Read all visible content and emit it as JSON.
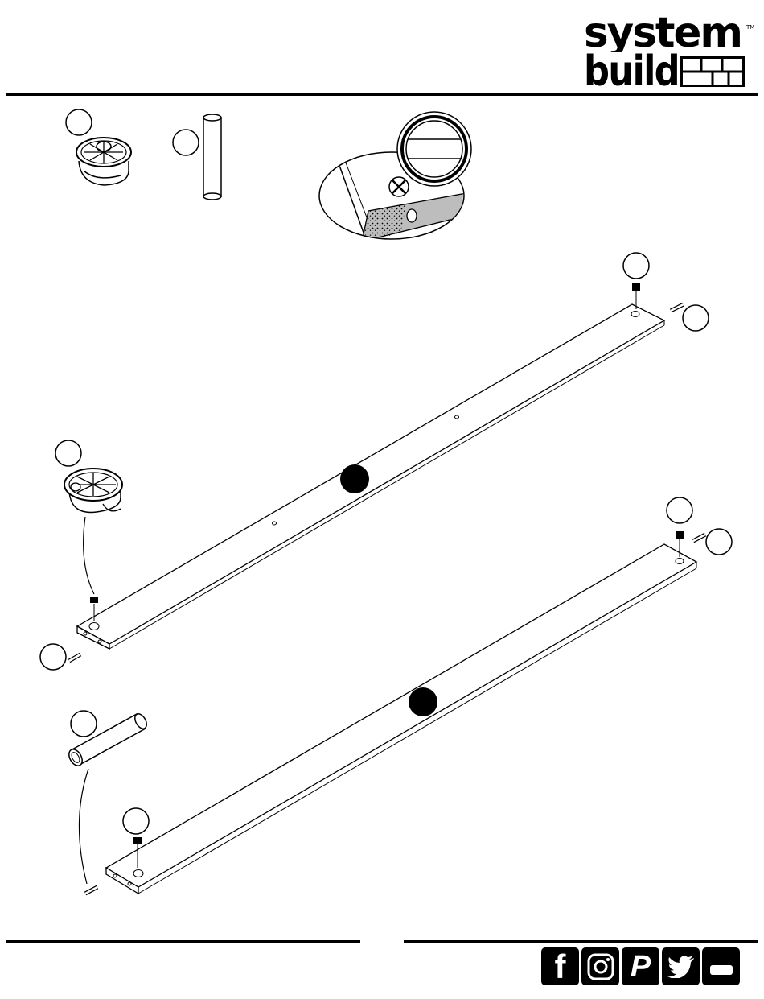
{
  "brand": {
    "line1": "system",
    "line2": "build",
    "trademark": "TM"
  },
  "social_icons": [
    {
      "name": "facebook-icon",
      "glyph": "f"
    },
    {
      "name": "instagram-icon",
      "glyph": ""
    },
    {
      "name": "pinterest-icon",
      "glyph": "P"
    },
    {
      "name": "twitter-icon",
      "glyph": ""
    },
    {
      "name": "youtube-icon",
      "glyph": ""
    }
  ],
  "colors": {
    "ink": "#000000",
    "paper": "#ffffff",
    "shade": "#bdbdbd"
  }
}
